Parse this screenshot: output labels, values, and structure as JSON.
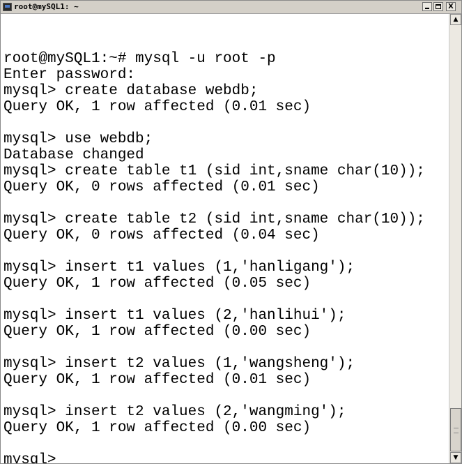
{
  "window": {
    "title": "root@mySQL1: ~"
  },
  "controls": {
    "close_glyph": "X"
  },
  "terminal": {
    "lines": [
      "",
      "root@mySQL1:~# mysql -u root -p",
      "Enter password:",
      "mysql> create database webdb;",
      "Query OK, 1 row affected (0.01 sec)",
      "",
      "mysql> use webdb;",
      "Database changed",
      "mysql> create table t1 (sid int,sname char(10));",
      "Query OK, 0 rows affected (0.01 sec)",
      "",
      "mysql> create table t2 (sid int,sname char(10));",
      "Query OK, 0 rows affected (0.04 sec)",
      "",
      "mysql> insert t1 values (1,'hanligang');",
      "Query OK, 1 row affected (0.05 sec)",
      "",
      "mysql> insert t1 values (2,'hanlihui');",
      "Query OK, 1 row affected (0.00 sec)",
      "",
      "mysql> insert t2 values (1,'wangsheng');",
      "Query OK, 1 row affected (0.01 sec)",
      "",
      "mysql> insert t2 values (2,'wangming');",
      "Query OK, 1 row affected (0.00 sec)",
      "",
      "mysql>"
    ]
  }
}
